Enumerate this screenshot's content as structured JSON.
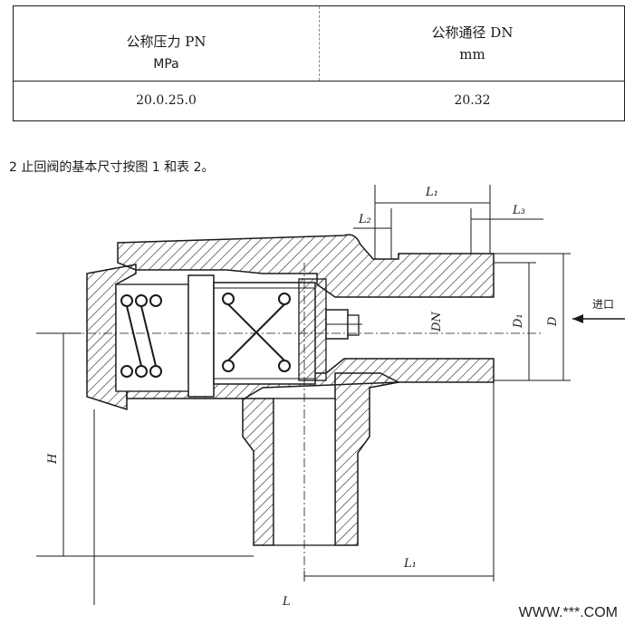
{
  "table": {
    "col1_header_line1": "公称压力 PN",
    "col1_header_line2": "MPa",
    "col2_header_line1": "公称通径 DN",
    "col2_header_line2": "mm",
    "col1_value": "20.0.25.0",
    "col2_value": "20.32"
  },
  "note": "2  止回阀的基本尺寸按图 1 和表 2。",
  "drawing": {
    "labels": {
      "L1_top": "L₁",
      "L2": "L₂",
      "L3": "L₃",
      "DN": "DN",
      "D1": "D₁",
      "D": "D",
      "inlet": "进口",
      "H": "H",
      "L1_bottom": "L₁",
      "L": "L"
    }
  },
  "watermark": "WWW.***.COM"
}
